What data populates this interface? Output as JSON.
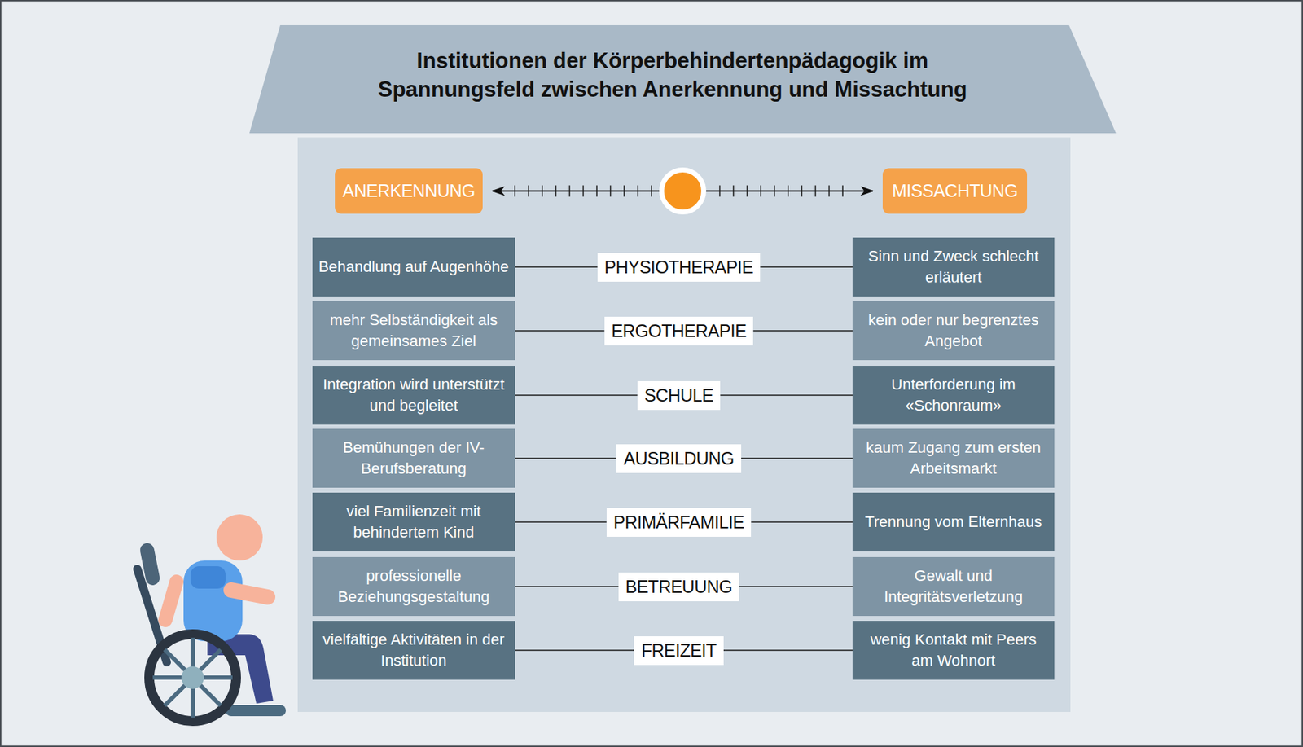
{
  "diagram": {
    "title": "Institutionen der Körperbehindertenpädagogik im Spannungsfeld zwischen Anerkennung und Missachtung",
    "nodes": [
      {
        "text": [
          "ANERKENNUNG"
        ]
      },
      {
        "text": [
          "MISSACHTUNG"
        ]
      },
      {
        "text": [
          "Behandlung auf Augenhöhe"
        ]
      },
      {
        "text": [
          "PHYSIOTHERAPIE"
        ]
      },
      {
        "text": [
          "Sinn und Zweck schlecht erläutert"
        ]
      },
      {
        "text": [
          "mehr Selbständigkeit als gemeinsames Ziel"
        ]
      },
      {
        "text": [
          "ERGOTHERAPIE"
        ]
      },
      {
        "text": [
          "kein oder nur begrenztes Angebot"
        ]
      },
      {
        "text": [
          "Integration wird unterstützt und begleitet"
        ]
      },
      {
        "text": [
          "SCHULE"
        ]
      },
      {
        "text": [
          "Unterforderung im «Schonraum»"
        ]
      },
      {
        "text": [
          "Bemühungen der IV-Berufsberatung"
        ]
      },
      {
        "text": [
          "AUSBILDUNG"
        ]
      },
      {
        "text": [
          "kaum Zugang zum ersten Arbeitsmarkt"
        ]
      },
      {
        "text": [
          "viel Familienzeit mit behindertem Kind"
        ]
      },
      {
        "text": [
          "PRIMÄRFAMILIE"
        ]
      },
      {
        "text": [
          "Trennung vom Elternhaus"
        ]
      },
      {
        "text": [
          "professionelle Beziehungsgestaltung"
        ]
      },
      {
        "text": [
          "BETREUUNG"
        ]
      },
      {
        "text": [
          "Gewalt und Integritätsverletzung"
        ]
      },
      {
        "text": [
          "vielfältige Aktivitäten in der Institution"
        ]
      },
      {
        "text": [
          "FREIZEIT"
        ]
      },
      {
        "text": [
          "wenig Kontakt mit Peers am Wohnort"
        ]
      }
    ],
    "edges": [
      {
        "from": 0,
        "to": 1,
        "arrow": "both"
      },
      {
        "from": 2,
        "to": 3,
        "arrow": "none"
      },
      {
        "from": 3,
        "to": 4,
        "arrow": "none"
      },
      {
        "from": 5,
        "to": 6,
        "arrow": "none"
      },
      {
        "from": 6,
        "to": 7,
        "arrow": "none"
      },
      {
        "from": 8,
        "to": 9,
        "arrow": "none"
      },
      {
        "from": 9,
        "to": 10,
        "arrow": "none"
      },
      {
        "from": 11,
        "to": 12,
        "arrow": "none"
      },
      {
        "from": 12,
        "to": 13,
        "arrow": "none"
      },
      {
        "from": 14,
        "to": 15,
        "arrow": "none"
      },
      {
        "from": 15,
        "to": 16,
        "arrow": "none"
      },
      {
        "from": 17,
        "to": 18,
        "arrow": "none"
      },
      {
        "from": 18,
        "to": 19,
        "arrow": "none"
      },
      {
        "from": 20,
        "to": 21,
        "arrow": "none"
      },
      {
        "from": 21,
        "to": 22,
        "arrow": "none"
      }
    ]
  }
}
